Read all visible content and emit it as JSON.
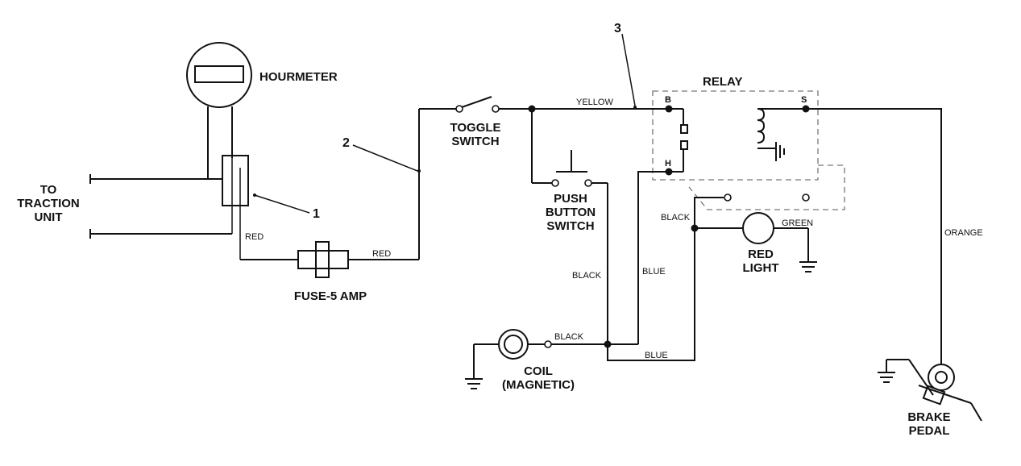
{
  "labels": {
    "hourmeter": "HOURMETER",
    "to_traction_1": "TO",
    "to_traction_2": "TRACTION",
    "to_traction_3": "UNIT",
    "red_a": "RED",
    "red_b": "RED",
    "fuse": "FUSE-5 AMP",
    "toggle_1": "TOGGLE",
    "toggle_2": "SWITCH",
    "yellow": "YELLOW",
    "relay": "RELAY",
    "relay_b": "B",
    "relay_h": "H",
    "relay_s": "S",
    "push_1": "PUSH",
    "push_2": "BUTTON",
    "push_3": "SWITCH",
    "black_left": "BLACK",
    "blue_vert": "BLUE",
    "black_relay": "BLACK",
    "green": "GREEN",
    "red_light_1": "RED",
    "red_light_2": "LIGHT",
    "black_coil": "BLACK",
    "blue_bottom": "BLUE",
    "coil_1": "COIL",
    "coil_2": "(MAGNETIC)",
    "orange": "ORANGE",
    "brake_1": "BRAKE",
    "brake_2": "PEDAL"
  },
  "callouts": {
    "c1": "1",
    "c2": "2",
    "c3": "3"
  }
}
